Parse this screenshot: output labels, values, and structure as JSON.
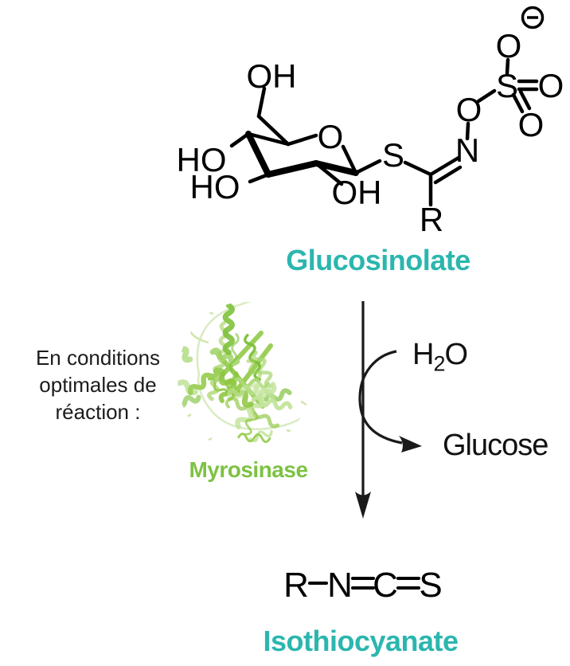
{
  "title": "Glucosinolate hydrolysis to isothiocyanate",
  "colors": {
    "accent_teal": "#2bb6ae",
    "enzyme_green": "#7dc243",
    "structure_ink": "#000000"
  },
  "substrate": {
    "label": "Glucosinolate",
    "atoms": {
      "oh_c6": "OH",
      "ho_c4": "HO",
      "ho_c3": "HO",
      "ring_o": "O",
      "oh_c2": "OH",
      "s_link": "S",
      "r_group": "R",
      "n_imine": "N",
      "o_ester": "O",
      "s_sulfate": "S",
      "o_sulfate_top": "O",
      "o_sulfate_right": "O",
      "o_sulfate_bottom": "O",
      "charge": "−"
    }
  },
  "reaction": {
    "conditions": [
      "En conditions",
      "optimales de",
      "réaction :"
    ],
    "enzyme": "Myrosinase",
    "water": {
      "h": "H",
      "subscript": "2",
      "o": "O"
    },
    "byproduct": "Glucose"
  },
  "product": {
    "label": "Isothiocyanate",
    "formula_atoms": {
      "r": "R",
      "n": "N",
      "c": "C",
      "s": "S"
    }
  }
}
